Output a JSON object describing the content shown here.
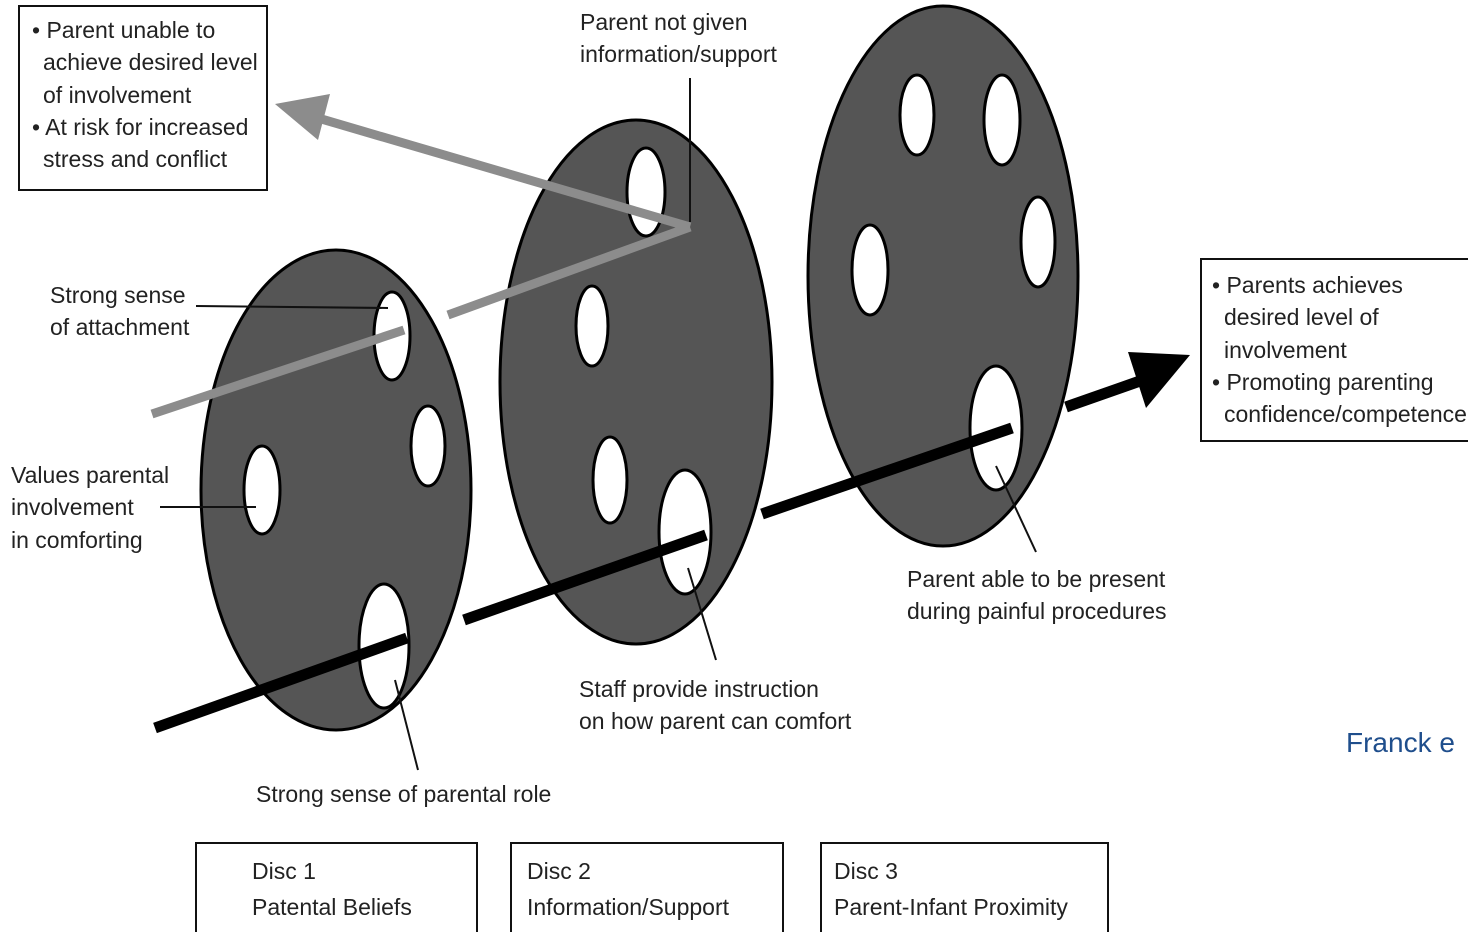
{
  "top_left_box": {
    "lines": [
      "• Parent unable to",
      "achieve desired level",
      "of involvement",
      "• At risk for increased",
      "stress and conflict"
    ]
  },
  "right_box": {
    "lines": [
      "• Parents achieves",
      "desired level of",
      "involvement",
      "• Promoting parenting",
      "confidence/competence"
    ]
  },
  "labels": {
    "not_given": [
      "Parent not given",
      "information/support"
    ],
    "attachment": [
      "Strong sense",
      "of attachment"
    ],
    "values": [
      "Values parental",
      "involvement",
      "in comforting"
    ],
    "parental_role": "Strong sense of parental role",
    "staff": [
      "Staff provide instruction",
      "on how parent can comfort"
    ],
    "present": [
      "Parent able to be present",
      "during painful procedures"
    ]
  },
  "discs": [
    {
      "number": "Disc 1",
      "name": "Patental Beliefs"
    },
    {
      "number": "Disc 2",
      "name": "Information/Support"
    },
    {
      "number": "Disc 3",
      "name": "Parent-Infant Proximity"
    }
  ],
  "citation": "Franck e",
  "colors": {
    "disc_fill": "#555555",
    "success_arrow": "#000000",
    "failure_arrow": "#8c8c8c",
    "citation": "#1f4e8c"
  }
}
